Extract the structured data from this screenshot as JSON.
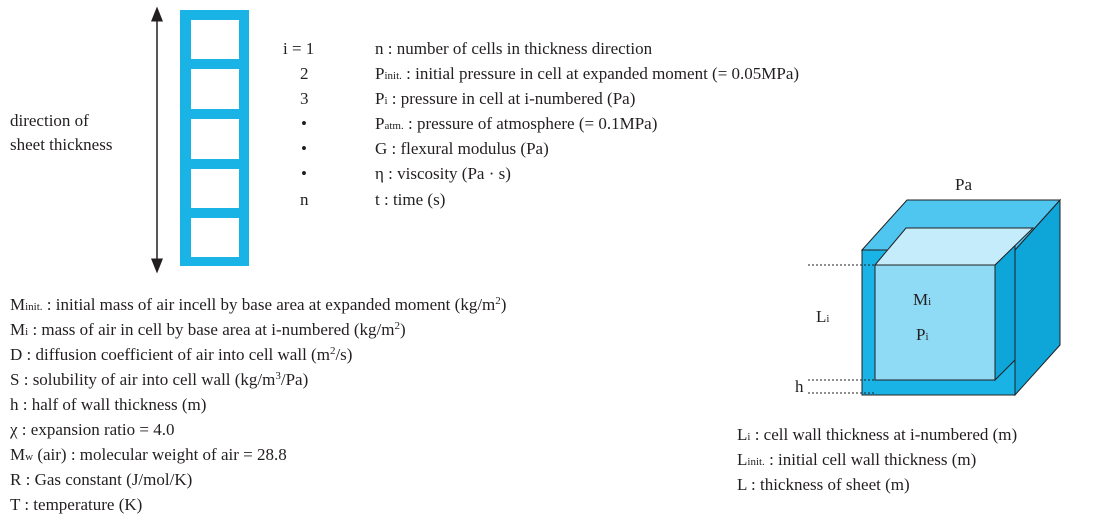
{
  "colors": {
    "cell_blue": "#1ab3e6",
    "cube_front": "#8fdaf5",
    "cube_side": "#0ea6d9",
    "text": "#231f20"
  },
  "direction_label": {
    "line1": "direction of",
    "line2": "sheet thickness"
  },
  "index_labels": [
    "i = 1",
    "2",
    "3",
    "•",
    "•",
    "•",
    "n"
  ],
  "legend_top": [
    {
      "sym": "n",
      "sub": "",
      "text": " : number of cells in thickness direction"
    },
    {
      "sym": "P",
      "sub": "init.",
      "text": " : initial pressure in cell at expanded moment (= 0.05MPa)"
    },
    {
      "sym": "P",
      "sub": "i",
      "text": " : pressure in cell at i-numbered (Pa)"
    },
    {
      "sym": "P",
      "sub": "atm.",
      "text": " : pressure of atmosphere (= 0.1MPa)"
    },
    {
      "sym": "G",
      "sub": "",
      "text": " : flexural modulus (Pa)"
    },
    {
      "sym": "η",
      "sub": "",
      "text": " : viscosity (Pa · s)"
    },
    {
      "sym": "t",
      "sub": "",
      "text": " : time (s)"
    }
  ],
  "legend_bottom": [
    {
      "sym": "M",
      "sub": "init.",
      "text": " : initial mass of air incell by base area at expanded moment (kg/m",
      "sup": "2",
      "tail": ")"
    },
    {
      "sym": "M",
      "sub": "i",
      "text": " : mass of air in cell by base area at i-numbered (kg/m",
      "sup": "2",
      "tail": ")"
    },
    {
      "sym": "D",
      "sub": "",
      "text": " : diffusion coefficient of air into cell wall (m",
      "sup": "2",
      "tail": "/s)"
    },
    {
      "sym": "S",
      "sub": "",
      "text": " : solubility of air into cell wall (kg/m",
      "sup": "3",
      "tail": "/Pa)"
    },
    {
      "sym": "h",
      "sub": "",
      "text": " : half of wall thickness (m)",
      "sup": "",
      "tail": ""
    },
    {
      "sym": "χ",
      "sub": "",
      "text": " : expansion ratio = 4.0",
      "sup": "",
      "tail": ""
    },
    {
      "sym": "M",
      "sub": "w",
      "text": " (air) : molecular weight of air = 28.8",
      "sup": "",
      "tail": ""
    },
    {
      "sym": "R",
      "sub": "",
      "text": " : Gas constant (J/mol/K)",
      "sup": "",
      "tail": ""
    },
    {
      "sym": "T",
      "sub": "",
      "text": " : temperature (K)",
      "sup": "",
      "tail": ""
    }
  ],
  "cube_labels": {
    "pa": "Pa",
    "mi": {
      "sym": "M",
      "sub": "i"
    },
    "pi": {
      "sym": "P",
      "sub": "i"
    },
    "li": {
      "sym": "L",
      "sub": "i"
    },
    "h": "h"
  },
  "legend_right": [
    {
      "sym": "L",
      "sub": "i",
      "text": " : cell wall thickness at i-numbered (m)"
    },
    {
      "sym": "L",
      "sub": "init.",
      "text": " : initial cell wall thickness (m)"
    },
    {
      "sym": "L",
      "sub": "",
      "text": " : thickness of sheet (m)"
    }
  ]
}
